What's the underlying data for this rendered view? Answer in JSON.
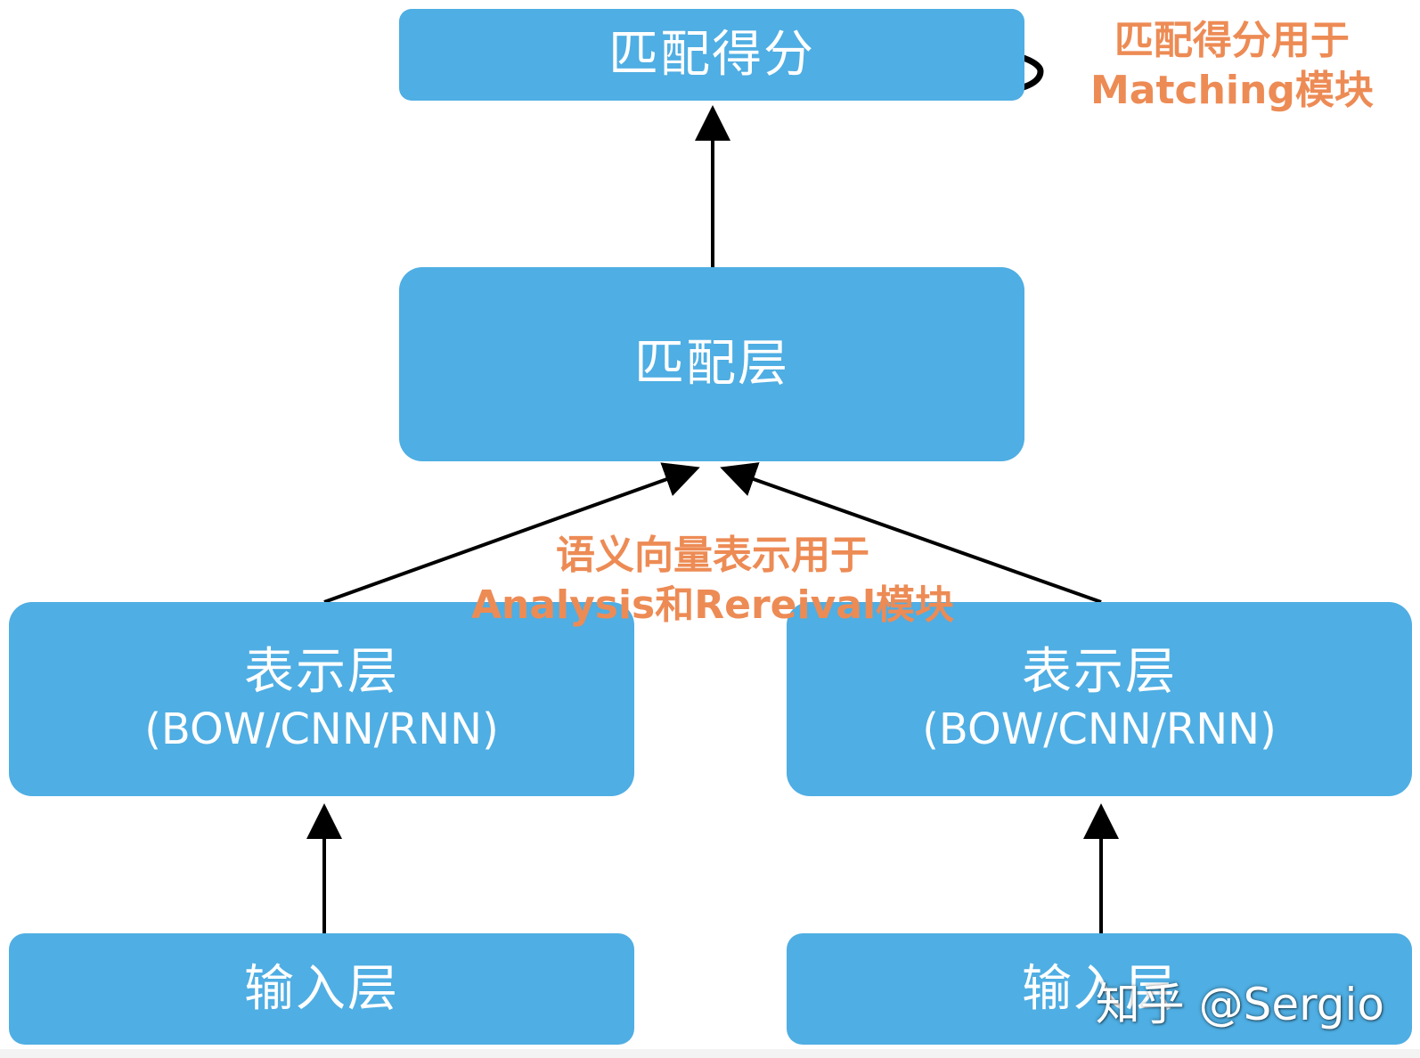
{
  "diagram": {
    "nodes": {
      "score": {
        "label": "匹配得分"
      },
      "matching": {
        "label": "匹配层"
      },
      "rep_left": {
        "label": "表示层",
        "sublabel": "(BOW/CNN/RNN)"
      },
      "rep_right": {
        "label": "表示层",
        "sublabel": "(BOW/CNN/RNN)"
      },
      "input_left": {
        "label": "输入层"
      },
      "input_right": {
        "label": "输入层"
      }
    },
    "edges": [
      {
        "from": "input_left",
        "to": "rep_left"
      },
      {
        "from": "input_right",
        "to": "rep_right"
      },
      {
        "from": "rep_left",
        "to": "matching"
      },
      {
        "from": "rep_right",
        "to": "matching"
      },
      {
        "from": "matching",
        "to": "score"
      }
    ],
    "annotations": {
      "top": {
        "line1": "匹配得分用于",
        "line2": "Matching模块"
      },
      "middle": {
        "line1": "语义向量表示用于",
        "line2": "Analysis和Rereival模块"
      }
    },
    "watermark": "知乎 @Sergio"
  },
  "colors": {
    "box_fill": "#4FAEE3",
    "box_text": "#ffffff",
    "annotation": "#ED8B55",
    "arrow": "#000000",
    "background": "#ffffff"
  }
}
